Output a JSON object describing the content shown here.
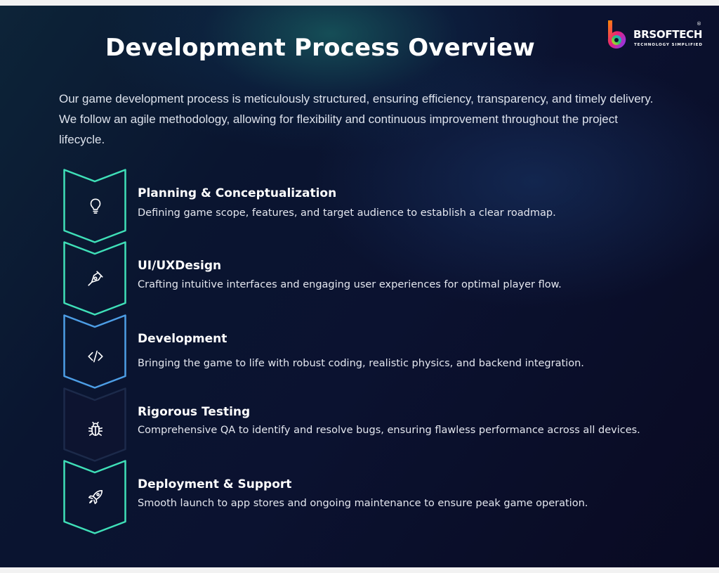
{
  "slide": {
    "title": "Development Process Overview",
    "intro": "Our game development process is meticulously structured, ensuring efficiency, transparency, and timely delivery. We follow an agile methodology, allowing for flexibility and continuous improvement throughout the project lifecycle."
  },
  "logo": {
    "name": "BRSOFTECH",
    "tagline": "TECHNOLOGY SIMPLIFIED",
    "registered": "®"
  },
  "steps": [
    {
      "title": "Planning & Conceptualization",
      "description": "Defining game scope, features, and target audience to establish a clear roadmap.",
      "icon": "lightbulb-icon",
      "color": "#3fe0b8"
    },
    {
      "title": "UI/UXDesign",
      "description": "Crafting intuitive interfaces and engaging user experiences for optimal player flow.",
      "icon": "pen-nib-icon",
      "color": "#3fe0b8"
    },
    {
      "title": "Development",
      "description": "Bringing the game to life with robust coding, realistic physics, and backend integration.",
      "icon": "code-icon",
      "color": "#4d9ee6"
    },
    {
      "title": "Rigorous Testing",
      "description": "Comprehensive QA to identify and resolve bugs, ensuring flawless performance across all devices.",
      "icon": "bug-icon",
      "color": "#1c2a4a"
    },
    {
      "title": "Deployment & Support",
      "description": "Smooth launch to app stores and ongoing maintenance to ensure peak game operation.",
      "icon": "rocket-icon",
      "color": "#3fe0b8"
    }
  ]
}
